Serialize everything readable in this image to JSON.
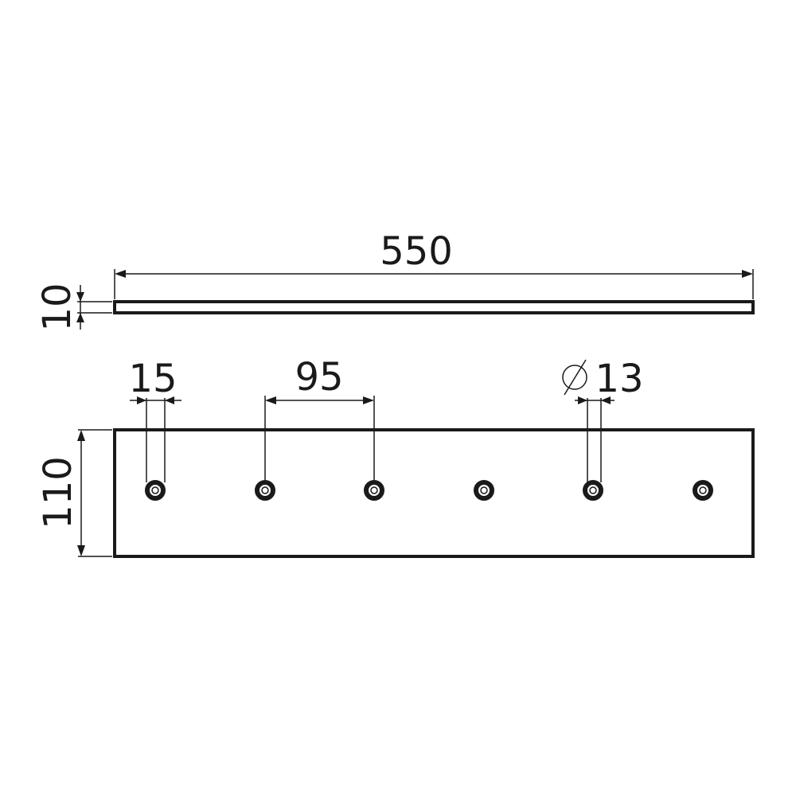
{
  "dimensions": {
    "length": "550",
    "thickness": "10",
    "edge_offset": "15",
    "hole_spacing": "95",
    "hole_diameter": "13",
    "width": "110"
  },
  "diameter_symbol": "⌀",
  "hole_count": 6,
  "line_color": "#1a1a1a",
  "background_color": "#ffffff"
}
